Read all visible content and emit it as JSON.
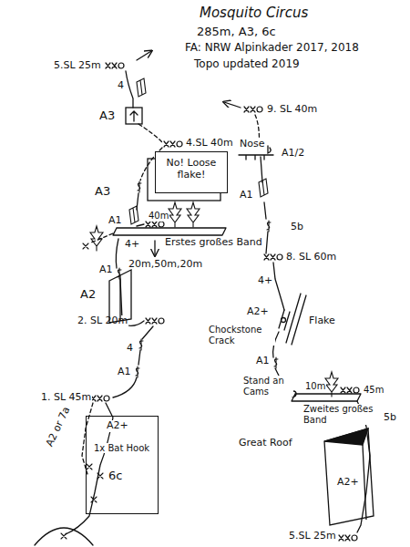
{
  "diagram": {
    "title": "Mosquito Circus",
    "nodes": [
      {
        "text": [
          "No! Loose flake!"
        ]
      },
      {
        "text": [
          "A2"
        ]
      },
      {
        "text": [
          "A2+",
          "1x Bat Hook",
          "6c"
        ]
      },
      {
        "text": [
          "Great Roof",
          "A2+"
        ]
      }
    ],
    "labels": [
      "285m, A3, 6c",
      "FA: NRW Alpinkader 2017, 2018",
      "Topo updated 2019",
      "5.SL 25m",
      "4",
      "A3",
      "4.SL 40m",
      "A3",
      "A1",
      "40m",
      "4+",
      "Erstes großes Band",
      "20m,50m,20m",
      "A1",
      "2. SL 20m",
      "4",
      "A1",
      "1. SL 45m",
      "A2 or 7a",
      "9. SL 40m",
      "Nose",
      "A1/2",
      "A1",
      "5b",
      "8. SL 60m",
      "4+",
      "A2+",
      "Flake",
      "Chockstone Crack",
      "A1",
      "Stand an Cams",
      "10m",
      "Zweites großes Band",
      "45m",
      "5b",
      "5.SL 25m"
    ]
  }
}
